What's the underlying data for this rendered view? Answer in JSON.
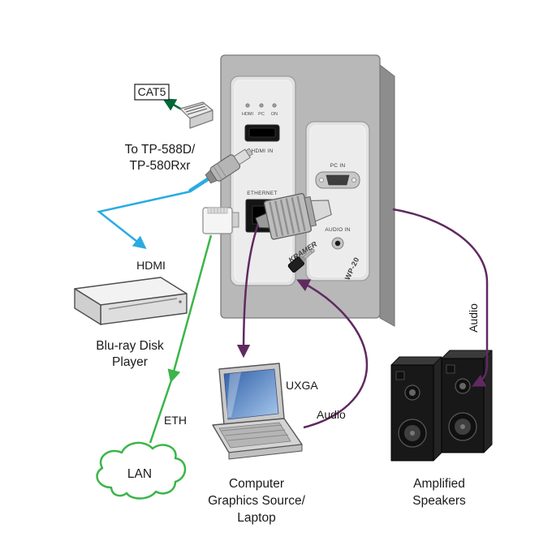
{
  "wallplate": {
    "brand": "KRAMER",
    "model": "WP-20",
    "led_labels": [
      "HDMI",
      "PC",
      "ON"
    ],
    "port_labels": {
      "hdmi": "HDMI IN",
      "ethernet": "ETHERNET",
      "pc": "PC IN",
      "audio": "AUDIO IN"
    }
  },
  "devices": {
    "receiver": {
      "lines": [
        "To TP-588D/",
        "TP-580Rxr"
      ]
    },
    "bluray": {
      "lines": [
        "Blu-ray Disk",
        "Player"
      ]
    },
    "lan": {
      "label": "LAN"
    },
    "laptop": {
      "lines": [
        "Computer",
        "Graphics Source/",
        "Laptop"
      ]
    },
    "speakers": {
      "lines": [
        "Amplified",
        "Speakers"
      ]
    }
  },
  "cables": {
    "cat5": {
      "label": "CAT5",
      "color": "#006837"
    },
    "hdmi": {
      "label": "HDMI",
      "color": "#29abe2"
    },
    "eth": {
      "label": "ETH",
      "color": "#3cb54a"
    },
    "uxga": {
      "label": "UXGA",
      "color": "#5f2a60"
    },
    "audio_source": {
      "label": "Audio",
      "color": "#5f2a60"
    },
    "audio_out": {
      "label": "Audio",
      "color": "#5f2a60"
    }
  }
}
